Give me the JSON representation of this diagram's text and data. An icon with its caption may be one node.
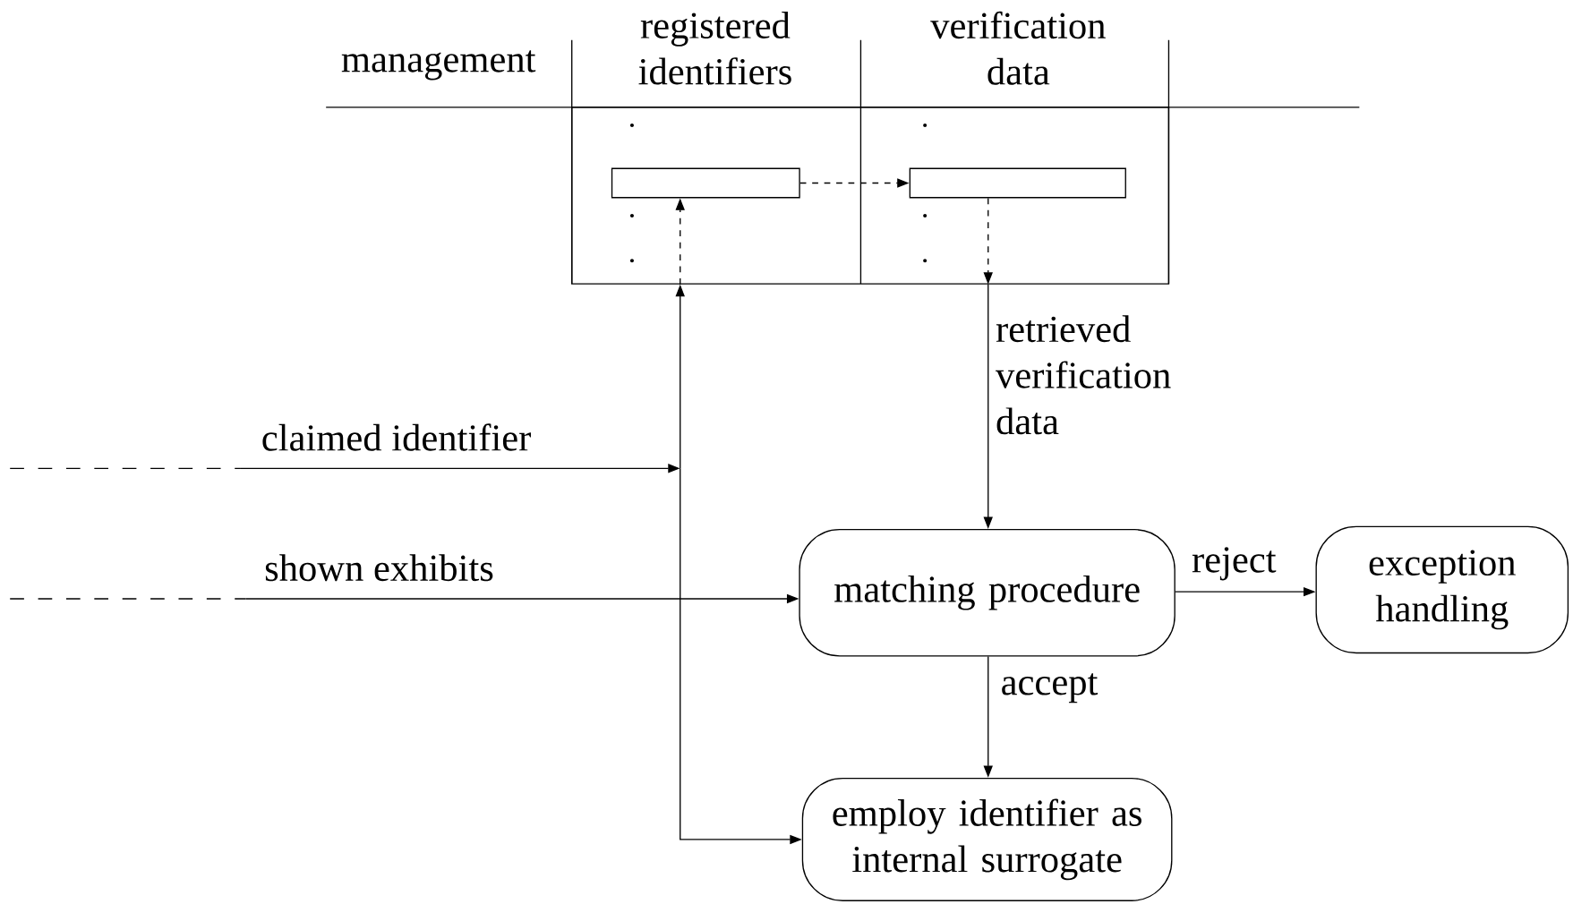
{
  "diagram": {
    "nodes": [
      {
        "text": [],
        "shape": "box"
      },
      {
        "text": [],
        "shape": "box",
        "in": 0
      },
      {
        "text": [],
        "shape": "box",
        "in": 0
      },
      {
        "text": [
          "matching procedure"
        ]
      },
      {
        "text": [
          "exception handling"
        ]
      },
      {
        "text": [
          "employ identifier as internal surrogate"
        ]
      }
    ],
    "edges": [
      {
        "from": 1,
        "to": 2,
        "arrow": "to",
        "style": "dashed"
      },
      {
        "from": 2,
        "to": 0,
        "arrow": "to",
        "style": "dashed"
      },
      {
        "from": 0,
        "to": 3,
        "arrow": "to",
        "label": "retrieved verification data"
      },
      {
        "from": null,
        "to": 0,
        "arrow": "to",
        "label": "claimed identifier"
      },
      {
        "from": null,
        "to": 5,
        "arrow": "to"
      },
      {
        "from": 0,
        "to": 1,
        "arrow": "to",
        "style": "dashed"
      },
      {
        "from": null,
        "to": 3,
        "arrow": "to",
        "label": "shown exhibits"
      },
      {
        "from": 3,
        "to": 4,
        "arrow": "to",
        "label": "reject"
      },
      {
        "from": 3,
        "to": 5,
        "arrow": "to",
        "label": "accept"
      }
    ],
    "labels": [
      "management",
      "registered identifiers",
      "verification data"
    ]
  }
}
